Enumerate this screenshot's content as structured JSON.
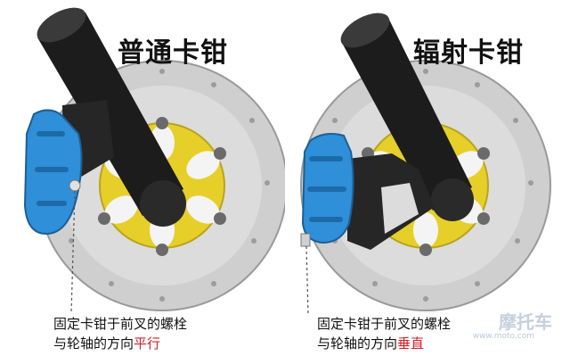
{
  "left": {
    "title": "普通卡钳",
    "caption_line1": "固定卡钳于前叉的螺栓",
    "caption_line2_prefix": "与轮轴的方向",
    "caption_line2_highlight": "平行"
  },
  "right": {
    "title": "辐射卡钳",
    "caption_line1": "固定卡钳于前叉的螺栓",
    "caption_line2_prefix": "与轮轴的方向",
    "caption_line2_highlight": "垂直"
  },
  "watermark": {
    "brand": "摩托车",
    "sub": "www.moto.com"
  },
  "colors": {
    "highlight": "#d0202a",
    "caliper": "#2f8fd8",
    "hub": "#e7cf2a",
    "rotor": "#c9c9c9",
    "fork": "#1c1c1c"
  }
}
